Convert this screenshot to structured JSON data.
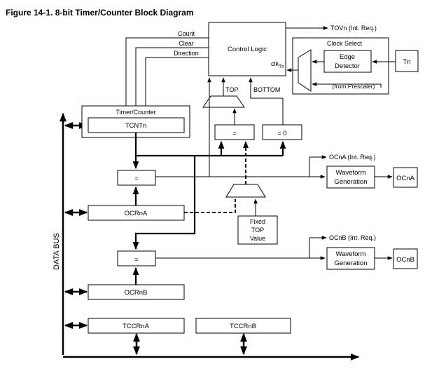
{
  "figure": {
    "title": "Figure 14-1.  8-bit Timer/Counter Block Diagram"
  },
  "labels": {
    "count": "Count",
    "clear": "Clear",
    "direction": "Direction",
    "control_logic": "Control Logic",
    "tov": "TOVn (Int. Req.)",
    "clock_select": "Clock Select",
    "edge_line1": "Edge",
    "edge_line2": "Detector",
    "tn": "Tn",
    "from_prescaler": "(from Prescaler)",
    "clk": "clk",
    "clk_sub": "Tn",
    "top": "TOP",
    "bottom": "BOTTOM",
    "timer_counter": "Timer/Counter",
    "tcnt": "TCNTn",
    "eq": "=",
    "eq0": "= 0",
    "ocra_int": "OCnA (Int. Req.)",
    "ocrb_int": "OCnB (Int. Req.)",
    "waveform_line1": "Waveform",
    "waveform_line2": "Generation",
    "oca": "OCnA",
    "ocb": "OCnB",
    "ocra": "OCRnA",
    "ocrb": "OCRnB",
    "fixed_line1": "Fixed",
    "fixed_line2": "TOP",
    "fixed_line3": "Value",
    "data_bus": "DATA BUS",
    "tccra": "TCCRnA",
    "tccrb": "TCCRnB"
  }
}
